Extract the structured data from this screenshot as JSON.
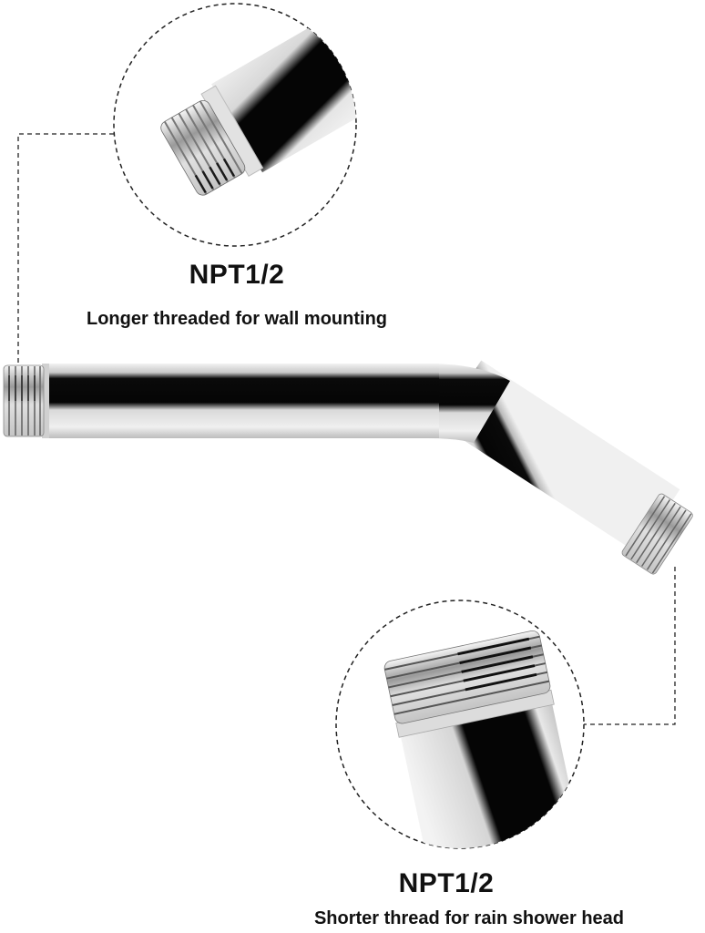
{
  "diagram": {
    "subject": "chrome angled shower arm",
    "colors": {
      "background": "#ffffff",
      "chrome_light": "#e6e6e6",
      "chrome_dark": "#050505",
      "dash_line": "#222222",
      "text": "#111111"
    },
    "callouts": [
      {
        "id": "wall-end",
        "title": "NPT1/2",
        "description": "Longer threaded for wall mounting",
        "icon": "thread-closeup-icon"
      },
      {
        "id": "head-end",
        "title": "NPT1/2",
        "description": "Shorter thread for rain shower head",
        "icon": "thread-closeup-icon"
      }
    ]
  }
}
